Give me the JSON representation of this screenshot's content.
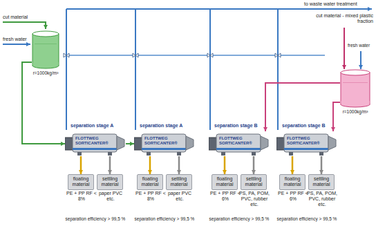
{
  "diagram": {
    "nodes": [
      {
        "text": [
          "r=1000kg/m³"
        ]
      },
      {
        "text": [
          "r=1000kg/m³"
        ]
      },
      {
        "text": [
          "separation stage A",
          "FLOTTWEG SORTICANTER®"
        ]
      },
      {
        "text": [
          "separation stage A",
          "FLOTTWEG SORTICANTER®"
        ]
      },
      {
        "text": [
          "separation stage B",
          "FLOTTWEG SORTICANTER®"
        ]
      },
      {
        "text": [
          "separation stage B",
          "FLOTTWEG SORTICANTER®"
        ]
      },
      {
        "text": [
          "floating material",
          "PE + PP RF < 8%"
        ]
      },
      {
        "text": [
          "settling material",
          "paper PVC etc."
        ]
      },
      {
        "text": [
          "floating material",
          "PE + PP RF < 8%"
        ]
      },
      {
        "text": [
          "settling material",
          "paper PVC etc."
        ]
      },
      {
        "text": [
          "floating material",
          "PE + PP RF < 6%"
        ]
      },
      {
        "text": [
          "settling material",
          "PS, PA, POM, PVC, rubber etc."
        ]
      },
      {
        "text": [
          "floating material",
          "PE + PP RF < 6%"
        ]
      },
      {
        "text": [
          "settling material",
          "PS, PA, POM, PVC, rubber etc."
        ]
      }
    ],
    "edges": [
      {
        "from": 0,
        "to": 2,
        "arrow": "to"
      },
      {
        "from": 2,
        "to": 3,
        "arrow": "to"
      },
      {
        "from": 1,
        "to": 4,
        "arrow": "to"
      },
      {
        "from": 1,
        "to": 5,
        "arrow": "to"
      },
      {
        "from": 2,
        "to": 6,
        "arrow": "to"
      },
      {
        "from": 2,
        "to": 7,
        "arrow": "to"
      },
      {
        "from": 3,
        "to": 8,
        "arrow": "to"
      },
      {
        "from": 3,
        "to": 9,
        "arrow": "to"
      },
      {
        "from": 4,
        "to": 10,
        "arrow": "to"
      },
      {
        "from": 4,
        "to": 11,
        "arrow": "to"
      },
      {
        "from": 5,
        "to": 12,
        "arrow": "to"
      },
      {
        "from": 5,
        "to": 13,
        "arrow": "to"
      }
    ],
    "labels": [
      "to waste water treatment",
      "cut material",
      "fresh water",
      "cut material - mixed plastic fraction",
      "fresh water",
      "separation efficiency > 99,5 %",
      "separation efficiency > 99,5 %",
      "separation efficiency > 99,5 %",
      "separation efficiency > 99,5 %"
    ]
  }
}
